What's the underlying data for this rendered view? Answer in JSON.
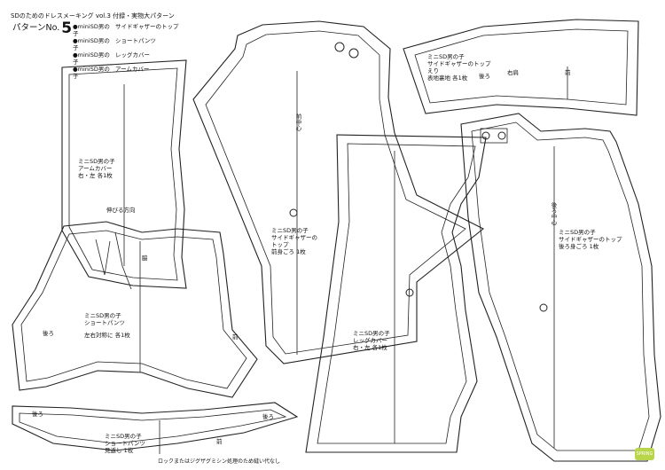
{
  "header": {
    "series": "SDのためのドレスメーキング  vol.3  付録・実物大パターン",
    "pattern_label": "パターンNo.",
    "pattern_number": "5",
    "contents": [
      {
        "a": "●miniSD男の子",
        "b": "サイドギャザーのトップ"
      },
      {
        "a": "●miniSD男の子",
        "b": "ショートパンツ"
      },
      {
        "a": "●miniSD男の子",
        "b": "レッグカバー"
      },
      {
        "a": "●miniSD男の子",
        "b": "アームカバー"
      }
    ]
  },
  "pieces": {
    "arm_cover": {
      "l1": "ミニSD男の子",
      "l2": "アームカバー",
      "l3": "右・左  各1枚",
      "stretch": "伸びる方向"
    },
    "shorts": {
      "l1": "ミニSD男の子",
      "l2": "ショートパンツ",
      "l3": "左右対称に  各1枚",
      "side": "脇",
      "back": "後ろ",
      "front": "前"
    },
    "front_top": {
      "l1": "ミニSD男の子",
      "l2": "サイドギャザーの",
      "l3": "トップ",
      "l4": "前身ごろ  1枚",
      "center": "前中心"
    },
    "collar": {
      "l1": "ミニSD男の子",
      "l2": "サイドギャザーのトップ",
      "l3": "えり",
      "l4": "表地裏地  各1枚",
      "back": "後ろ",
      "shoulder": "右肩",
      "front": "前"
    },
    "back_top": {
      "l1": "ミニSD男の子",
      "l2": "サイドギャザーのトップ",
      "l3": "後ろ身ごろ  1枚",
      "center": "後ろ中心"
    },
    "leg_cover": {
      "l1": "ミニSD男の子",
      "l2": "レッグカバー",
      "l3": "右・左  各1枚"
    },
    "waistband": {
      "l1": "ミニSD男の子",
      "l2": "ショートパンツ",
      "l3": "見返し  1枚",
      "back_left": "後ろ",
      "back_right": "後ろ",
      "front": "前",
      "note": "ロックまたはジグザグミシン処理のため縫い代なし"
    }
  },
  "logo_text": "SPRING"
}
